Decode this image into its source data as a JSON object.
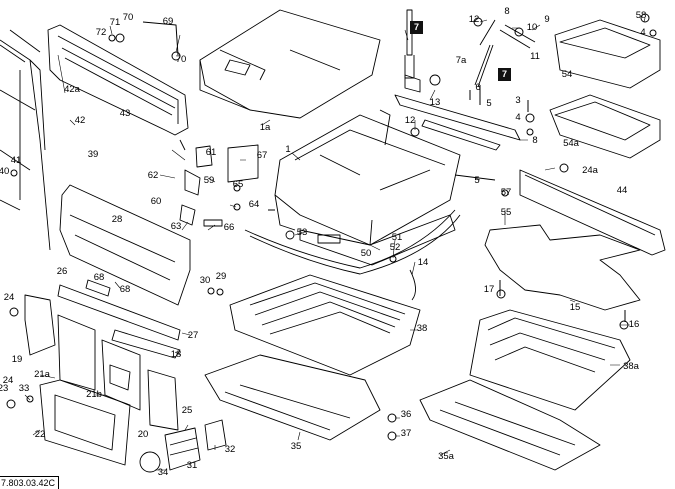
{
  "diagram": {
    "reference_code": "7.803.03.42C",
    "callouts": {
      "c1": "1",
      "c1a": "1a",
      "c3": "3",
      "c4": "4",
      "c5": "5",
      "c6": "6",
      "c7a": "7a",
      "c7box1": "7",
      "c7box2": "7",
      "c8": "8",
      "c9": "9",
      "c10": "10",
      "c11": "11",
      "c12a": "12",
      "c12b": "12",
      "c13": "13",
      "c14": "14",
      "c15": "15",
      "c16": "16",
      "c17": "17",
      "c18": "18",
      "c19": "19",
      "c20": "20",
      "c21a": "21a",
      "c21b": "21b",
      "c22": "22",
      "c23": "23",
      "c24a": "24",
      "c24b": "24",
      "c24c": "24a",
      "c25": "25",
      "c26": "26",
      "c27": "27",
      "c28": "28",
      "c29": "29",
      "c30": "30",
      "c31": "31",
      "c32": "32",
      "c33": "33",
      "c34": "34",
      "c35": "35",
      "c35a": "35a",
      "c36": "36",
      "c37": "37",
      "c38": "38",
      "c38a": "38a",
      "c39": "39",
      "c40": "40",
      "c41": "41",
      "c42": "42",
      "c42a": "42a",
      "c43": "43",
      "c44": "44",
      "c50": "50",
      "c51": "51",
      "c52": "52",
      "c53": "53",
      "c54": "54",
      "c54a": "54a",
      "c55": "55",
      "c57": "57",
      "c58": "58",
      "c59": "59",
      "c60": "60",
      "c61": "61",
      "c62": "62",
      "c63": "63",
      "c64": "64",
      "c65": "65",
      "c66": "66",
      "c67": "67",
      "c68a": "68",
      "c68b": "68",
      "c69": "69",
      "c70a": "70",
      "c70b": "70",
      "c71": "71",
      "c72": "72",
      "c4b": "4"
    }
  }
}
